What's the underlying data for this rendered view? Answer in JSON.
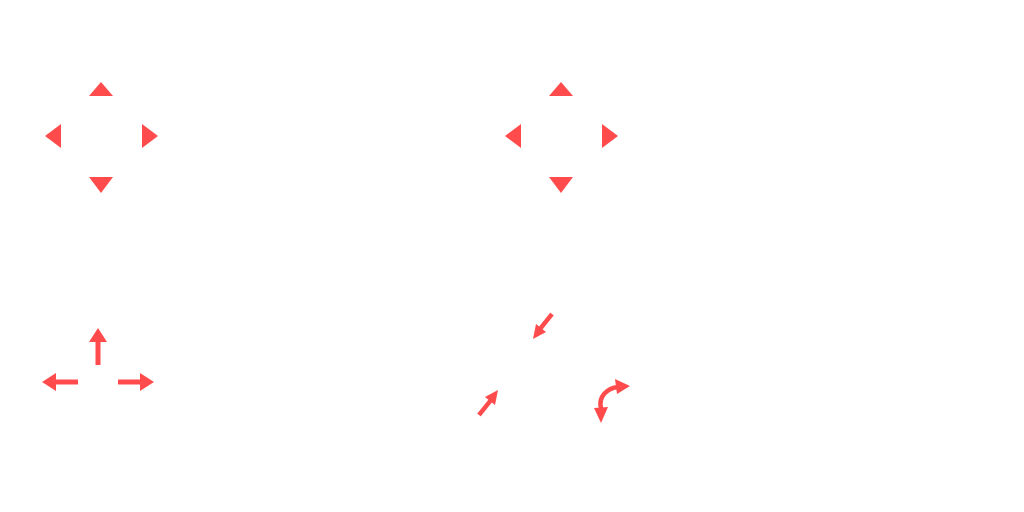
{
  "colors": {
    "accent": "#ff4b4b",
    "background": "#ffffff"
  },
  "groups": [
    {
      "name": "arrow-pad-left",
      "icons": [
        "triangle-up-icon",
        "triangle-left-icon",
        "triangle-right-icon",
        "triangle-down-icon"
      ]
    },
    {
      "name": "arrow-pad-right",
      "icons": [
        "triangle-up-icon",
        "triangle-left-icon",
        "triangle-right-icon",
        "triangle-down-icon"
      ]
    },
    {
      "name": "axis-arrows",
      "icons": [
        "arrow-up-icon",
        "arrow-left-icon",
        "arrow-right-icon"
      ]
    },
    {
      "name": "diagonal-and-rotate-arrows",
      "icons": [
        "arrow-down-left-icon",
        "arrow-up-right-icon",
        "rotate-arrow-icon"
      ]
    }
  ]
}
